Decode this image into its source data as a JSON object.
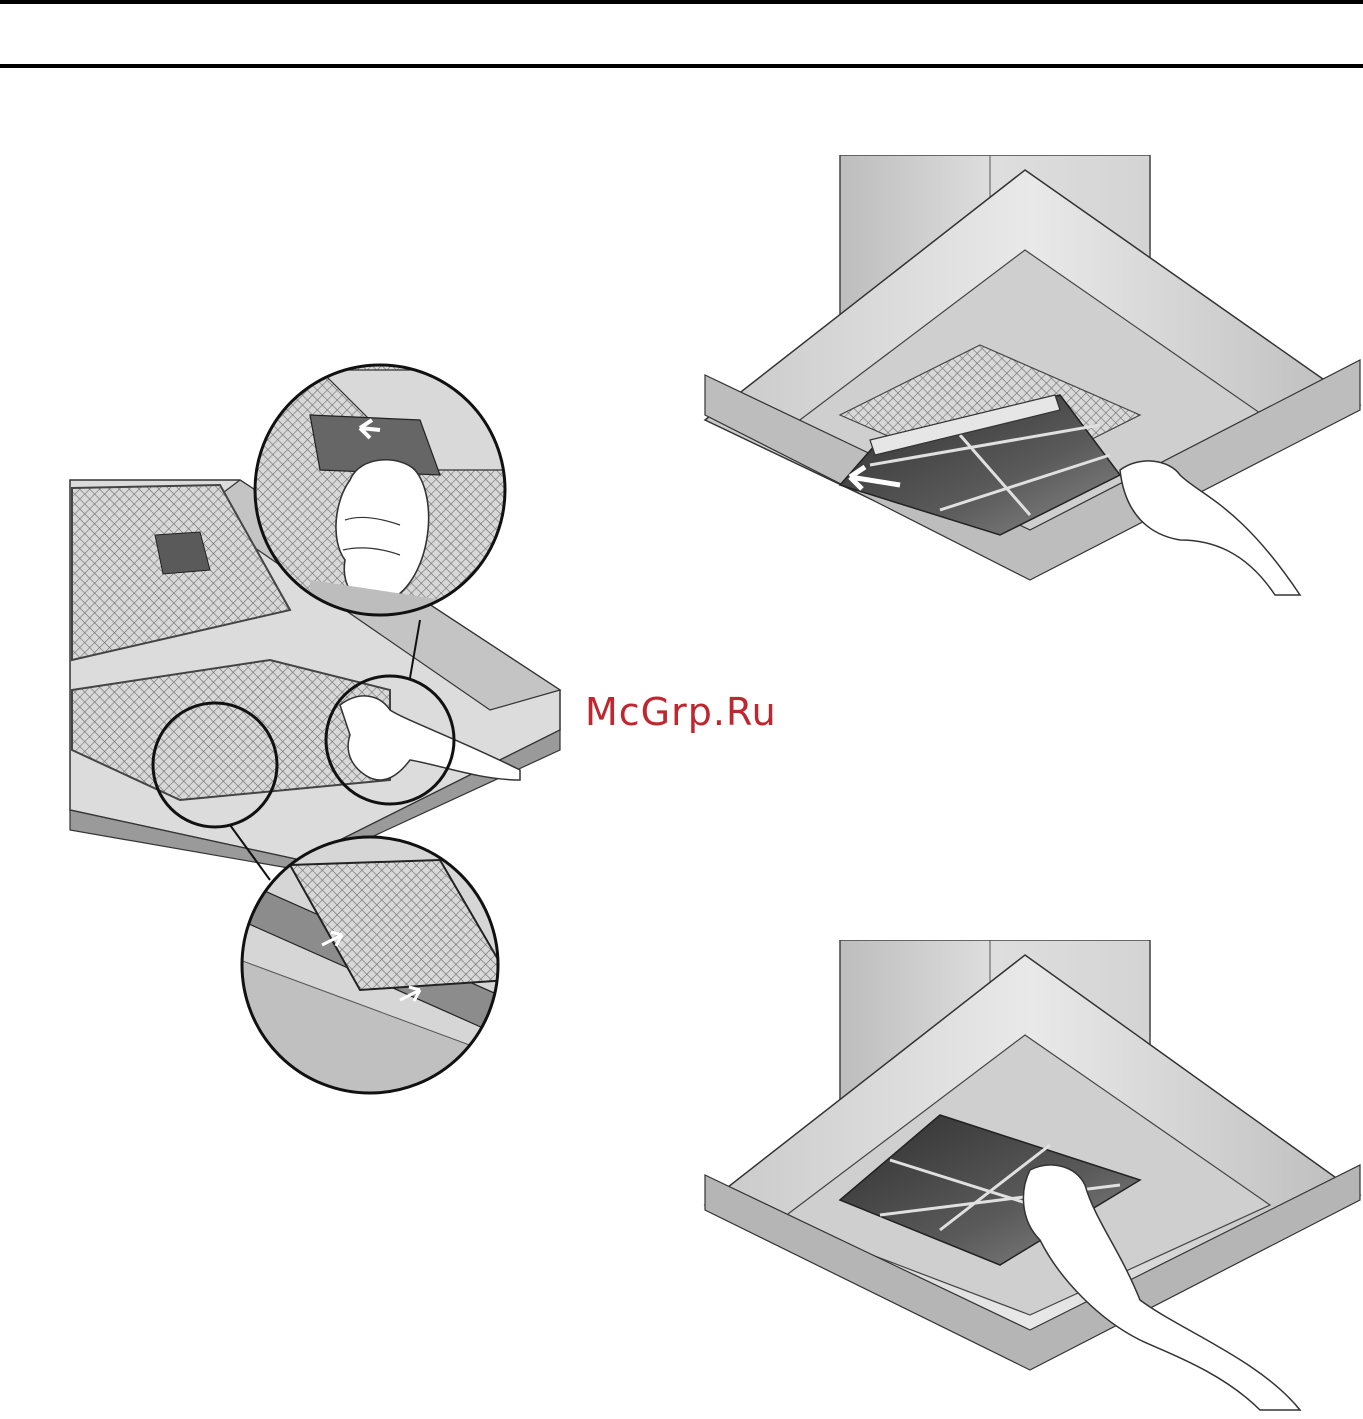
{
  "header": {},
  "watermark": {
    "text": "McGrp.Ru",
    "color": "#c0262d"
  },
  "figures": [
    {
      "id": "grease-filter-removal",
      "icon": "hood-grease-filter-detail"
    },
    {
      "id": "carbon-filter-removal",
      "icon": "hood-carbon-filter-slide"
    },
    {
      "id": "carbon-filter-installed",
      "icon": "hood-carbon-filter-grip"
    }
  ]
}
